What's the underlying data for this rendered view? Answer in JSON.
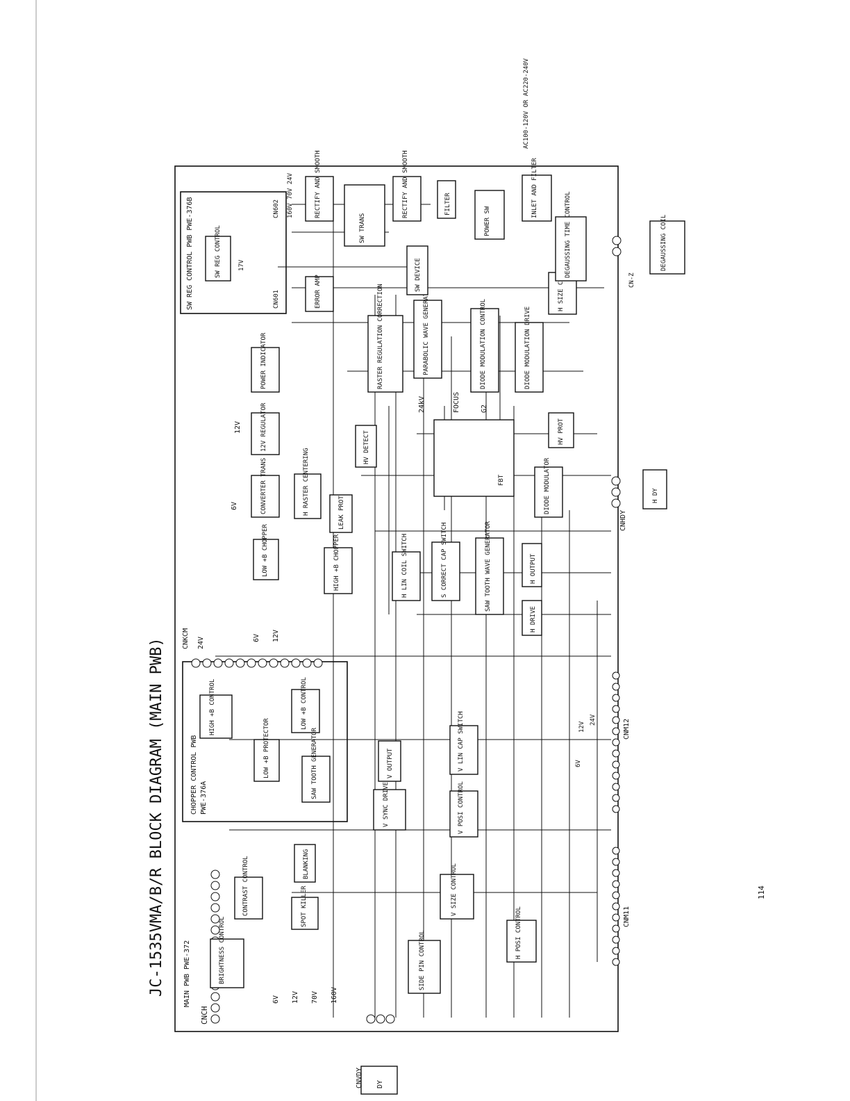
{
  "title": "JC-1535VMA/B/R BLOCK DIAGRAM (MAIN PWB)",
  "page_number": "114",
  "boards": {
    "main": "MAIN PWB PWE-372",
    "chopper": "CHOPPER CONTROL PWB",
    "chopper_code": "PWE-376A",
    "sw_reg": "SW REG CONTROL PWB  PWE-376B"
  },
  "connectors": {
    "cnch": "CNCH",
    "cnvdy_bottom": "CNVDY",
    "cnkcm": "CNKCM",
    "cnm12": "CNM12",
    "cnm11": "CNM11",
    "cnhdy": "CNHDY",
    "cn601": "CN601",
    "cn602": "CN602",
    "cnz": "CN-Z"
  },
  "blocks": {
    "brightness": "BRIGHTNESS CONTROL",
    "contrast": "CONTRAST CONTROL",
    "spot_killer": "SPOT KILLER",
    "blanking": "BLANKING",
    "v_sync_drive": "V SYNC DRIVE",
    "v_output": "V OUTPUT",
    "v_posi": "V POSI CONTROL",
    "v_lin_cap": "V LIN CAP SWITCH",
    "v_size": "V SIZE CONTROL",
    "side_pin": "SIDE PIN CONTROL",
    "h_posi": "H POSI CONTROL",
    "high_b_control": "HIGH +B CONTROL",
    "low_b_protector": "LOW +B PROTECTOR",
    "low_b_control": "LOW +B CONTROL",
    "saw_tooth_gen": "SAW TOOTH GENERATOR",
    "low_b_chopper": "LOW +B CHOPPER",
    "converter_trans": "CONVERTER TRANS",
    "regulator_12v": "12V REGULATOR",
    "power_indicator": "POWER INDICATOR",
    "h_raster": "H RASTER CENTERING",
    "leak_prot": "LEAK PROT",
    "high_b_chopper": "HIGH +B CHOPPER",
    "hv_detect": "HV DETECT",
    "h_lin_coil": "H LIN COIL SWITCH",
    "s_correct": "S CORRECT CAP SWITCH",
    "saw_tooth_wave": "SAW TOOTH WAVE GENERATOR",
    "h_drive": "H DRIVE",
    "h_output": "H OUTPUT",
    "diode_modulator": "DIODE MODULATOR",
    "hv_prot": "HV PROT",
    "raster_reg": "RASTER REGULATION CORRECTION",
    "parabolic": "PARABOLIC WAVE GENERATOR",
    "diode_mod_control": "DIODE MODULATION CONTROL",
    "diode_mod_drive": "DIODE MODULATION DRIVE",
    "h_size": "H SIZE CONTROL",
    "sw_reg_control": "SW REG CONTROL",
    "error_amp": "ERROR AMP",
    "sw_device": "SW DEVICE",
    "sw_trans": "SW TRANS",
    "rectify1": "RECTIFY AND SMOOTH",
    "rectify2": "RECTIFY AND SMOOTH",
    "filter": "FILTER",
    "power_sw": "POWER SW",
    "inlet_filter": "INLET AND FILTER",
    "degauss_time": "DEGAUSSING TIME CONTROL",
    "degauss_coil": "DEGAUSSING COIL",
    "h_dy": "H DY",
    "dy": "DY"
  },
  "labels": {
    "v6": "6V",
    "v12": "12V",
    "v70": "70V",
    "v160": "160V",
    "v24": "24V",
    "v17": "17V",
    "kv24": "24kV",
    "focus": "FOCUS",
    "g2": "G2",
    "fbt": "FBT",
    "outputs": "160V 70V 24V",
    "ac_in": "AC100-120V OR AC220-240V"
  }
}
